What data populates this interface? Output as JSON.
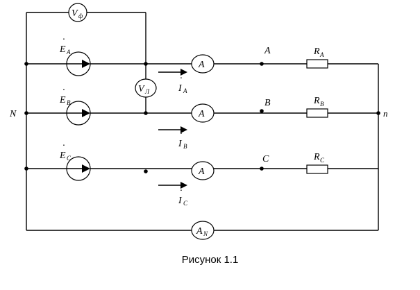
{
  "diagram": {
    "labels": {
      "node_N": "N",
      "node_n": "n",
      "phase_A": "A",
      "phase_B": "B",
      "phase_C": "C",
      "emf_A": "E",
      "emf_A_sub": "A",
      "emf_B": "E",
      "emf_B_sub": "B",
      "emf_C": "E",
      "emf_C_sub": "C",
      "current_A": "I",
      "current_A_sub": "A",
      "current_B": "I",
      "current_B_sub": "B",
      "current_C": "I",
      "current_C_sub": "C",
      "res_A": "R",
      "res_A_sub": "A",
      "res_B": "R",
      "res_B_sub": "B",
      "res_C": "R",
      "res_C_sub": "C",
      "ammeter": "A",
      "ammeter_N": "A",
      "ammeter_N_sub": "N",
      "voltmeter_phase": "V",
      "voltmeter_phase_sub": "ф",
      "voltmeter_line": "V",
      "voltmeter_line_sub": "Л",
      "dot": "·"
    }
  },
  "caption": "Рисунок 1.1"
}
